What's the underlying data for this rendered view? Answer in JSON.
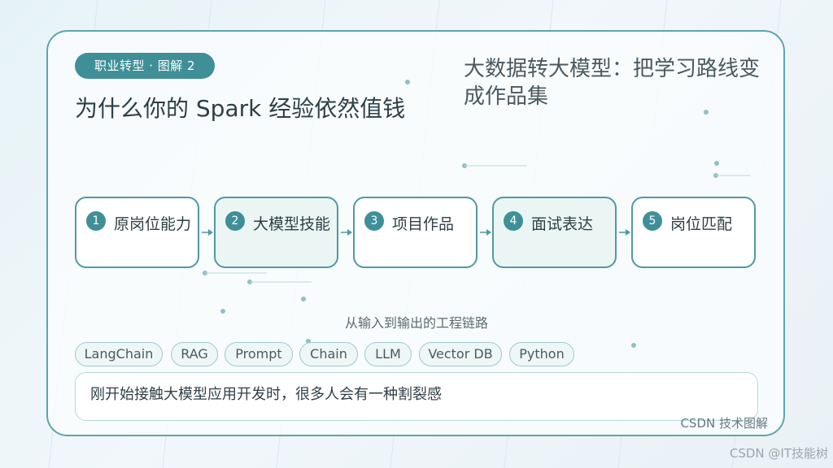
{
  "header": {
    "badge": "职业转型 · 图解 2",
    "title": "为什么你的 Spark 经验依然值钱",
    "side_title": "大数据转大模型：把学习路线变成作品集"
  },
  "steps": [
    {
      "number": "1",
      "label": "原岗位能力"
    },
    {
      "number": "2",
      "label": "大模型技能"
    },
    {
      "number": "3",
      "label": "项目作品"
    },
    {
      "number": "4",
      "label": "面试表达"
    },
    {
      "number": "5",
      "label": "岗位匹配"
    }
  ],
  "caption": "从输入到输出的工程链路",
  "tags": [
    "LangChain",
    "RAG",
    "Prompt",
    "Chain",
    "LLM",
    "Vector DB",
    "Python"
  ],
  "quote": "刚开始接触大模型应用开发时，很多人会有一种割裂感",
  "credit": "CSDN 技术图解",
  "watermark": "CSDN @IT技能树",
  "colors": {
    "accent": "#3f8f98",
    "border": "#4f9aa1",
    "tint": "#ebf6f4"
  }
}
